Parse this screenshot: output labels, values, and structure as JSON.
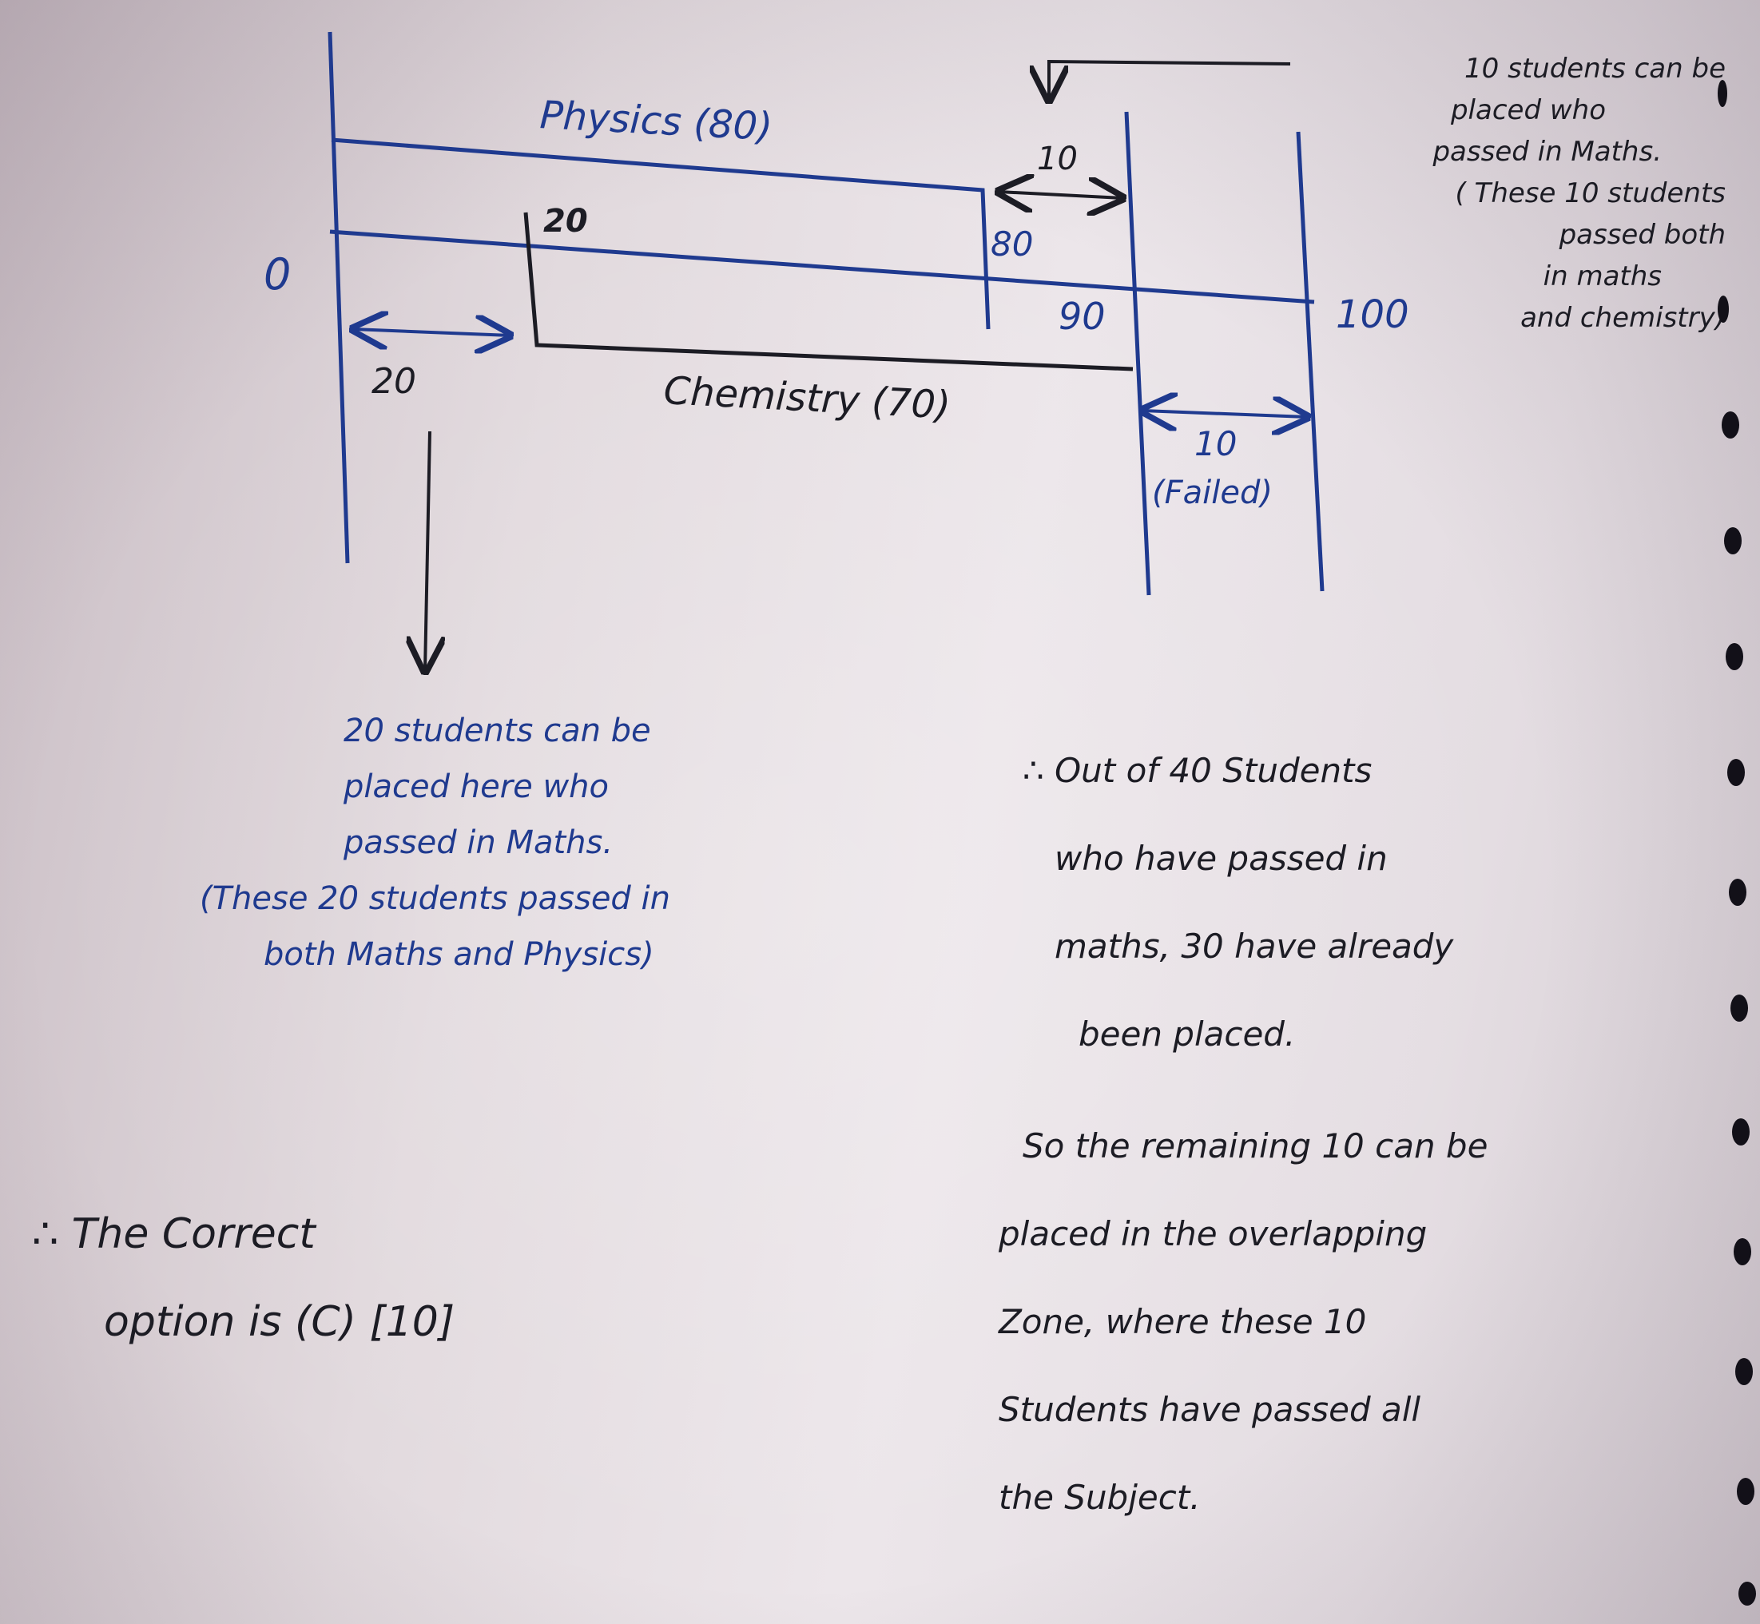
{
  "diagram": {
    "origin_label": "0",
    "physics_label": "Physics (80)",
    "chemistry_label": "Chemistry (70)",
    "mark_20_top": "20",
    "mark_80": "80",
    "mark_90": "90",
    "mark_100": "100",
    "gap_left": "20",
    "gap_top": "10",
    "gap_right": "10",
    "failed_label": "(Failed)"
  },
  "notes": {
    "top_right": [
      "10 students can be",
      "placed who",
      "passed in Maths.",
      "( These 10 students",
      "passed both",
      "in maths",
      "and chemistry)"
    ],
    "left_explanation": [
      "20 students can be",
      "placed here who",
      "passed in Maths.",
      "(These 20 students passed in",
      "both Maths and Physics)"
    ],
    "right_explanation": [
      "∴ Out of 40 Students",
      "who have passed in",
      "maths, 30 have already",
      "been placed.",
      "So the remaining 10 can be",
      "placed in the overlapping",
      "Zone, where these 10",
      "Students have passed all",
      "the Subject."
    ],
    "conclusion": [
      "∴ The Correct",
      "option is (C) [10]"
    ]
  }
}
